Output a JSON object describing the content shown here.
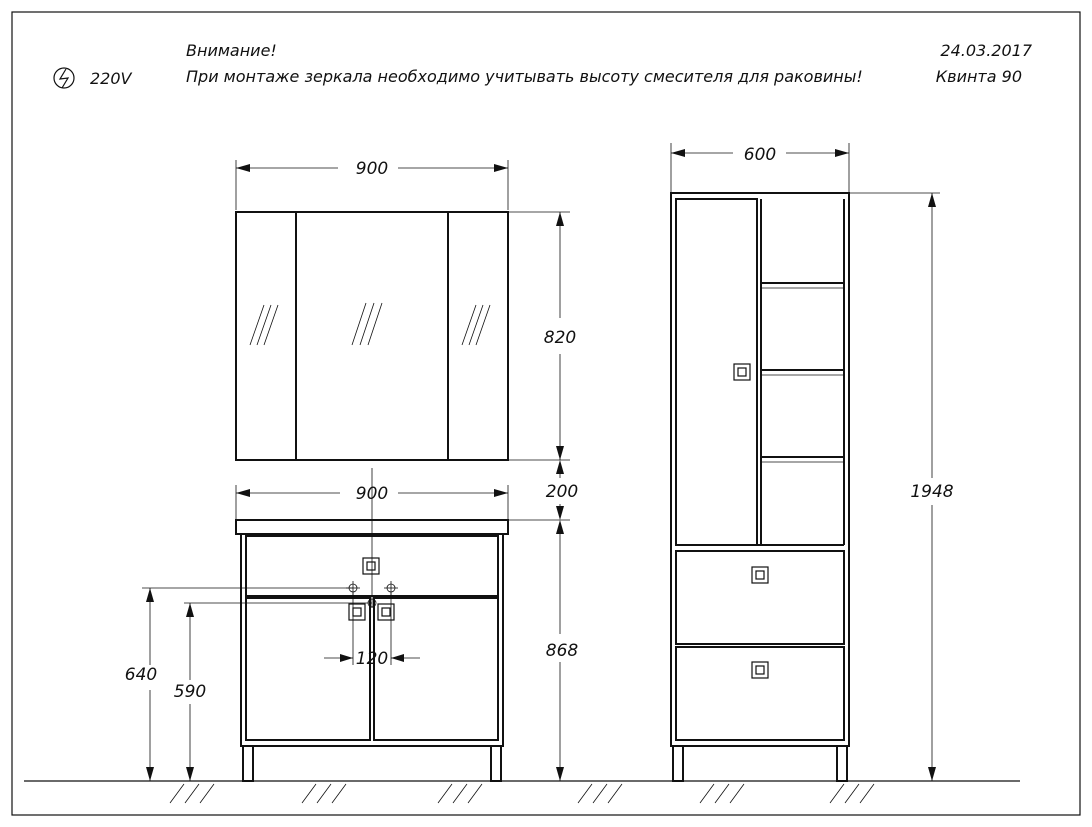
{
  "header": {
    "power_label": "220V",
    "warning_title": "Внимание!",
    "warning_text": "При монтаже зеркала необходимо учитывать высоту смесителя для раковины!",
    "date": "24.03.2017",
    "model": "Квинта 90"
  },
  "dimensions": {
    "mirror_width": "900",
    "mirror_height": "820",
    "gap_mirror_vanity": "200",
    "vanity_width": "900",
    "vanity_height": "868",
    "tap_height_outer": "640",
    "tap_height_inner": "590",
    "tap_spacing": "120",
    "column_width": "600",
    "column_height": "1948"
  },
  "icons": {
    "power": "lightning-circle-icon",
    "mirror_glare": "glass-hatch-icon",
    "handle": "square-knob-icon",
    "floor": "floor-hatch-icon"
  }
}
